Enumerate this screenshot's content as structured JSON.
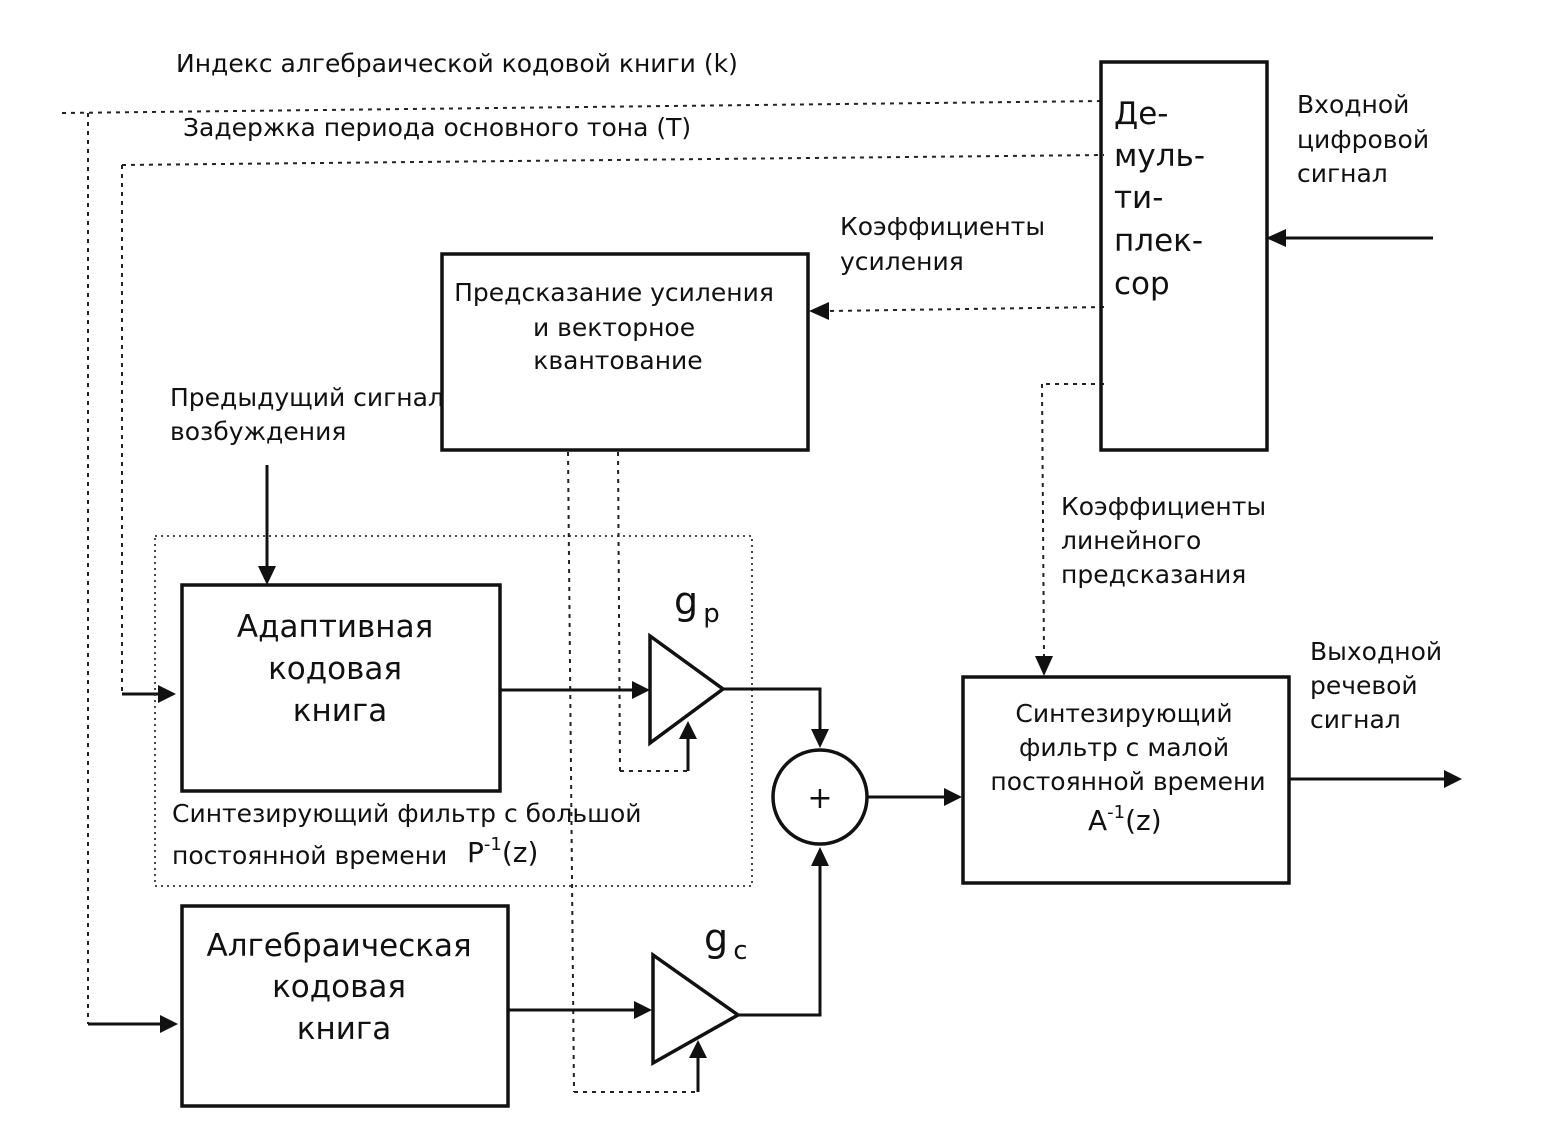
{
  "labels": {
    "algebraic_index": "Индекс алгебраической кодовой книги (k)",
    "pitch_delay": "Задержка периода основного тона (T)",
    "demux": [
      "Де-",
      "муль-",
      "ти-",
      "плек-",
      "сор"
    ],
    "input_signal": [
      "Входной",
      "цифровой",
      "сигнал"
    ],
    "gain_coeffs": [
      "Коэффициенты",
      "усиления"
    ],
    "gain_prediction": [
      "Предсказание усиления",
      "и векторное",
      "квантование"
    ],
    "prev_excitation": [
      "Предыдущий сигнал",
      "возбуждения"
    ],
    "lp_coeffs": [
      "Коэффициенты",
      "линейного",
      "предсказания"
    ],
    "adaptive_codebook": [
      "Адаптивная",
      "кодовая",
      "книга"
    ],
    "gp_main": "g",
    "gp_sub": "p",
    "gc_main": "g",
    "gc_sub": "c",
    "sum": "+",
    "output_signal": [
      "Выходной",
      "речевой",
      "сигнал"
    ],
    "short_filter": [
      "Синтезирующий",
      "фильтр с малой",
      "постоянной времени"
    ],
    "short_filter_fn": "A",
    "short_filter_sup": "-1",
    "short_filter_arg": "(z)",
    "long_filter": [
      "Синтезирующий фильтр с большой",
      "постоянной времени"
    ],
    "long_filter_fn": "P",
    "long_filter_sup": "-1",
    "long_filter_arg": "(z)",
    "algebraic_codebook": [
      "Алгебраическая",
      "кодовая",
      "книга"
    ]
  }
}
